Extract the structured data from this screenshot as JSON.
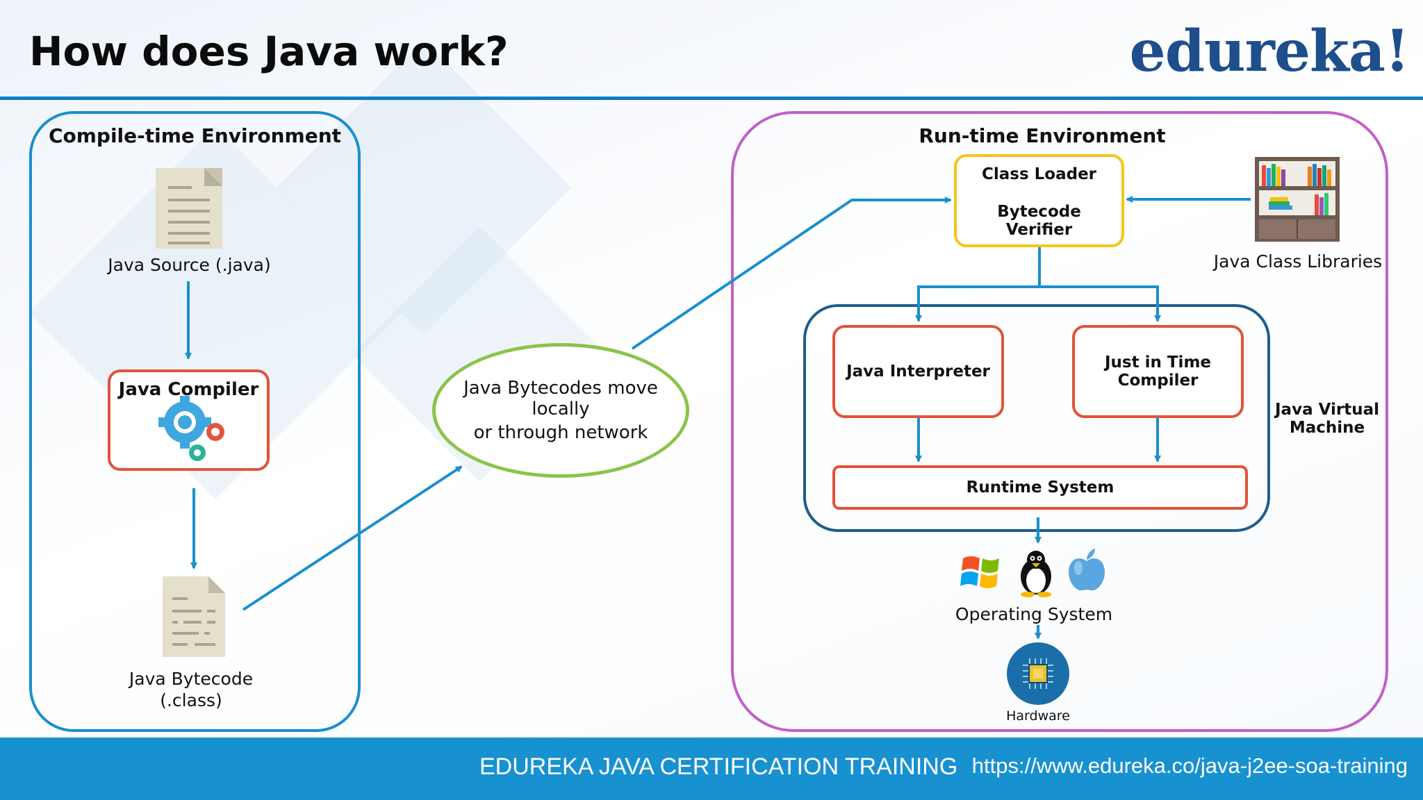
{
  "header": {
    "title": "How does Java work?",
    "brand": "edureka!"
  },
  "compile_time": {
    "heading": "Compile-time Environment",
    "java_source": "Java Source (.java)",
    "java_compiler": "Java Compiler",
    "java_bytecode_line1": "Java Bytecode",
    "java_bytecode_line2": "(.class)"
  },
  "transfer": {
    "line1": "Java Bytecodes move locally",
    "line2": "or through network"
  },
  "run_time": {
    "heading": "Run-time Environment",
    "class_loader": "Class Loader",
    "bytecode_verifier_line1": "Bytecode",
    "bytecode_verifier_line2": "Verifier",
    "class_libraries": "Java Class Libraries",
    "java_interpreter": "Java Interpreter",
    "jit_line1": "Just in Time",
    "jit_line2": "Compiler",
    "jvm_line1": "Java Virtual",
    "jvm_line2": "Machine",
    "runtime_system": "Runtime System",
    "operating_system": "Operating System",
    "hardware": "Hardware"
  },
  "footer": {
    "course": "EDUREKA JAVA CERTIFICATION TRAINING",
    "url": "https://www.edureka.co/java-j2ee-soa-training"
  },
  "colors": {
    "arrow": "#1a8fce",
    "compile_border": "#1a8fce",
    "runtime_border": "#c25ec8",
    "box_orange": "#e0533a",
    "box_yellow": "#f5c518",
    "ellipse": "#8bc34a",
    "jvm_border": "#1c5e8d",
    "footer_bg": "#1891d1"
  },
  "icons": [
    "document-icon",
    "gears-icon",
    "bytecode-file-icon",
    "bookshelf-icon",
    "windows-icon",
    "linux-tux-icon",
    "apple-icon",
    "chip-icon"
  ]
}
